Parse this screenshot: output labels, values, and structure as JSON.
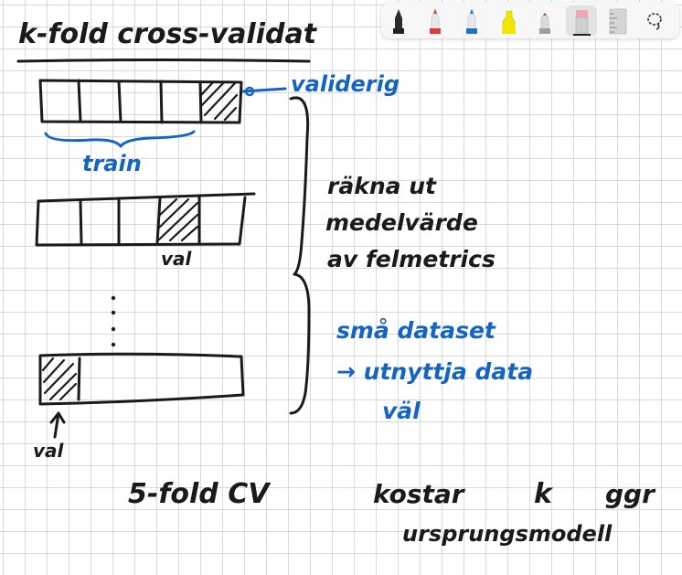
{
  "toolbar": {
    "tools": [
      {
        "name": "pen",
        "color": "#222222"
      },
      {
        "name": "pen",
        "color": "#e53935"
      },
      {
        "name": "pen",
        "color": "#1e73c8"
      },
      {
        "name": "highlighter",
        "color": "#f2e600"
      },
      {
        "name": "pencil",
        "color": "#9e9e9e"
      },
      {
        "name": "eraser",
        "color": "#f4a6b4"
      },
      {
        "name": "ruler",
        "color": "#bdbdbd"
      },
      {
        "name": "lasso",
        "color": "#333333"
      }
    ],
    "selected_tool": "eraser"
  },
  "notes": {
    "title": "k-fold cross-validat",
    "validering_label": "validerig",
    "train_label": "train",
    "val_label_1": "val",
    "val_label_2": "val",
    "right_text_line1": "räkna ut",
    "right_text_line2": "medelvärde",
    "right_text_line3": "av felmetrics",
    "blue_note_line1": "små dataset",
    "blue_note_line2": "→ utnyttja data",
    "blue_note_line3": "väl",
    "bottom_left": "5-fold CV",
    "bottom_mid": "kostar",
    "bottom_k": "k",
    "bottom_right": "ggr",
    "bottom_line2": "ursprungsmodell"
  },
  "colors": {
    "ink_black": "#1a1a1a",
    "ink_blue": "#1565c0",
    "grid": "#d9d9d9"
  }
}
